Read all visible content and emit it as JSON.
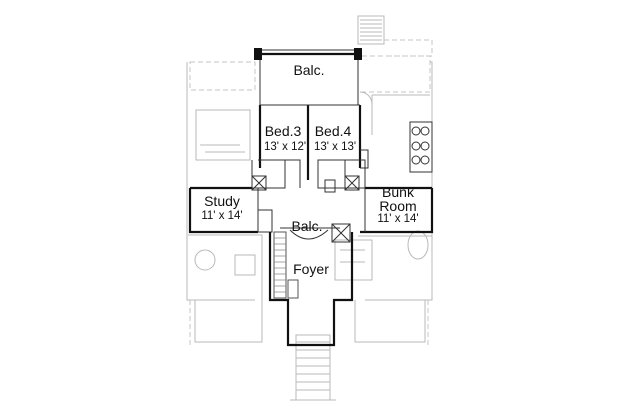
{
  "plan": {
    "rooms": [
      {
        "id": "balc-top",
        "name": "Balc.",
        "dims": ""
      },
      {
        "id": "bed3",
        "name": "Bed.3",
        "dims": "13' x 12'"
      },
      {
        "id": "bed4",
        "name": "Bed.4",
        "dims": "13' x 13'"
      },
      {
        "id": "study",
        "name": "Study",
        "dims": "11' x 14'"
      },
      {
        "id": "balc-mid",
        "name": "Balc.",
        "dims": ""
      },
      {
        "id": "bunk",
        "name": "Bunk",
        "name2": "Room",
        "dims": "11' x 14'"
      },
      {
        "id": "foyer",
        "name": "Foyer",
        "dims": ""
      }
    ]
  }
}
